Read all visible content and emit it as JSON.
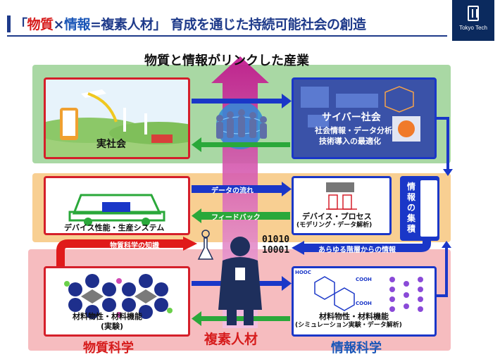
{
  "title": {
    "open_bracket": "「",
    "word_material": "物質",
    "cross": "×",
    "word_info": "情報",
    "equals": "=",
    "word_talent": "複素人材",
    "close_bracket": "」",
    "rest": "育成を通じた持続可能社会の創造"
  },
  "logo": {
    "text": "Tokyo Tech"
  },
  "industry_label": "物質と情報がリンクした産業",
  "panels": {
    "real_society": {
      "label": "実社会"
    },
    "cyber_society": {
      "label": "サイバー社会",
      "sub1": "社会情報・データ分析",
      "sub2": "技術導入の最適化"
    },
    "device_performance": {
      "label": "デバイス性能・生産システム"
    },
    "device_process": {
      "label1": "デバイス・プロセス",
      "label2": "(モデリング・データ解析)"
    },
    "material_experiment": {
      "label1": "材料物性・材料機能",
      "label2": "(実験)"
    },
    "material_simulation": {
      "label1": "材料物性・材料機能",
      "label2": "(シミュレーション実験・データ解析)",
      "chem_left": "HOOC",
      "chem_right1": "COOH",
      "chem_right2": "COOH"
    }
  },
  "collection": {
    "label": "情報の集積"
  },
  "arrows": {
    "data_flow": "データの流れ",
    "feedback": "フィードバック",
    "knowledge": "物質科学の知識",
    "all_levels": "あらゆる階層からの情報"
  },
  "binary": {
    "line1": "01010",
    "line2": "10001"
  },
  "bottom_labels": {
    "material_science": "物質科学",
    "complex_talent": "複素人材",
    "information_science": "情報科学"
  },
  "colors": {
    "navy": "#1e3a8a",
    "red": "#d61c1c",
    "blue": "#1a37c8",
    "green_band": "#a9d8a4",
    "orange_band": "#f8cf92",
    "pink_band": "#f6bcbf",
    "magenta_arrow": "#d8189a"
  }
}
